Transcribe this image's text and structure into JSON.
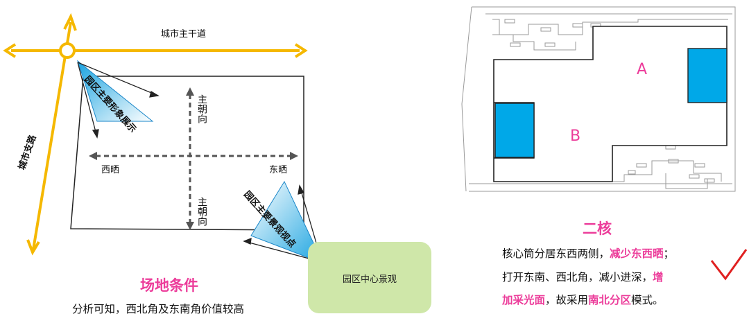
{
  "left_diagram": {
    "main_road_label": "城市主干道",
    "branch_road_label": "城市支路",
    "north_top_label": "主朝向",
    "north_bottom_label": "主朝向",
    "west_label": "西晒",
    "east_label": "东晒",
    "display_label": "园区主要形象展示",
    "view_label": "园区主要景观视点",
    "center_landscape_label": "园区中心景观",
    "title": "场地条件",
    "caption": "分析可知，西北角及东南角价值较高"
  },
  "right_diagram": {
    "zone_a": "A",
    "zone_b": "B",
    "title": "二核",
    "line1_a": "核心筒分居东西两侧，",
    "line1_b": "减少东西晒",
    "line1_c": "；",
    "line2_a": "打开东南、西北角，减小进深，",
    "line2_b": "增",
    "line3_a": "加采光面",
    "line3_b": "，故采用",
    "line3_c": "南北分区",
    "line3_d": "模式。"
  },
  "colors": {
    "road": "#f5b800",
    "accent": "#ec3c9a",
    "core": "#00a8e8",
    "landscape": "#cfe7a9",
    "check": "#e02020"
  }
}
